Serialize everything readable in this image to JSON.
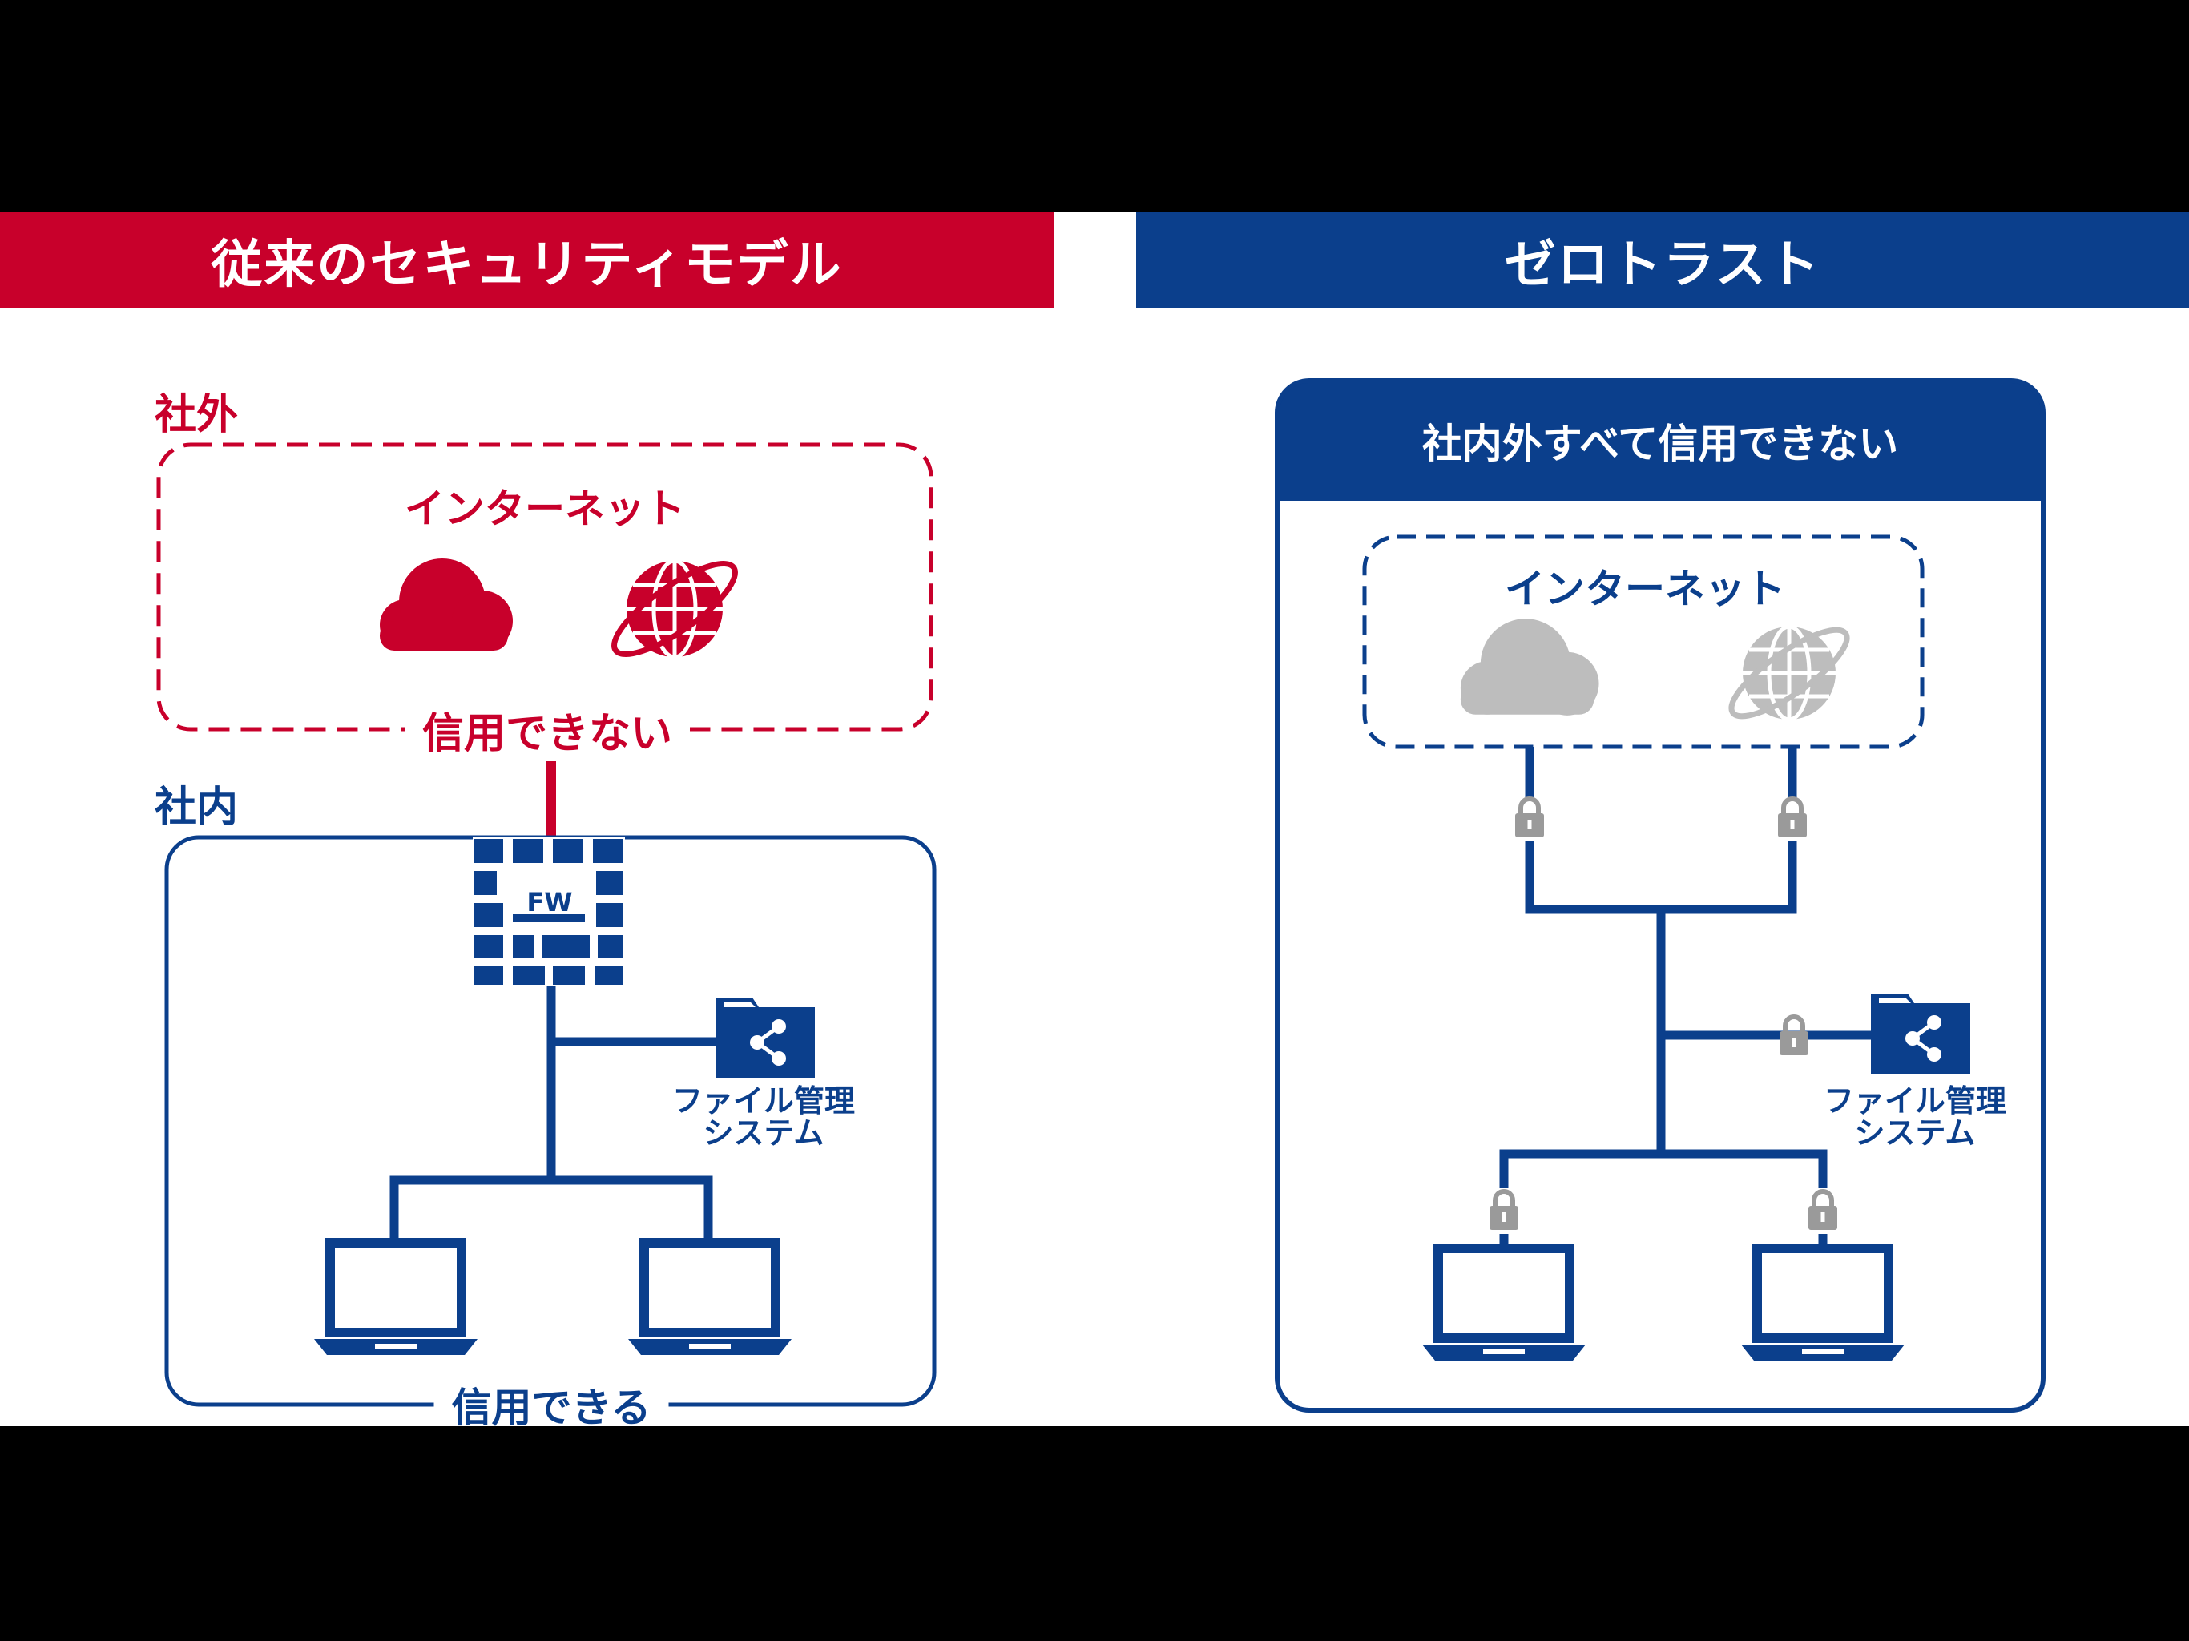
{
  "left": {
    "title": "従来のセキュリティモデル",
    "outside_label": "社外",
    "internet_label": "インターネット",
    "untrusted_label": "信用できない",
    "inside_label": "社内",
    "firewall_label": "FW",
    "file_system_line1": "ファイル管理",
    "file_system_line2": "システム",
    "trusted_label": "信用できる"
  },
  "right": {
    "title": "ゼロトラスト",
    "header": "社内外すべて信用できない",
    "internet_label": "インターネット",
    "file_system_line1": "ファイル管理",
    "file_system_line2": "システム"
  },
  "colors": {
    "red": "#C8002B",
    "navy": "#0B3F8C",
    "gray": "#BDBDBD",
    "lock_gray": "#9A9A9A"
  },
  "icons": [
    "cloud-icon",
    "globe-icon",
    "firewall-icon",
    "shared-folder-icon",
    "laptop-icon",
    "lock-icon"
  ]
}
